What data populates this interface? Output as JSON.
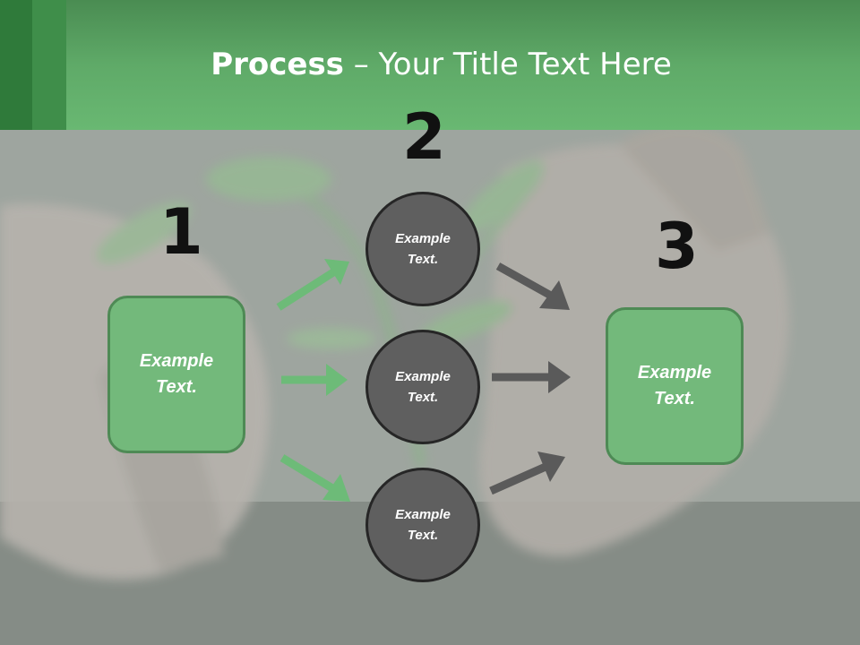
{
  "title": {
    "bold": "Process",
    "rest": " – Your Title Text Here"
  },
  "steps": [
    "1",
    "2",
    "3"
  ],
  "left_box": {
    "line1": "Example",
    "line2": "Text."
  },
  "circles": [
    {
      "line1": "Example",
      "line2": "Text."
    },
    {
      "line1": "Example",
      "line2": "Text."
    },
    {
      "line1": "Example",
      "line2": "Text."
    }
  ],
  "right_box": {
    "line1": "Example",
    "line2": "Text."
  },
  "colors": {
    "header": "#65b26e",
    "box": "#73b97b",
    "circle": "#5f5f5f",
    "green_arrow": "#6dbb78",
    "gray_arrow": "#5a5a5a"
  }
}
